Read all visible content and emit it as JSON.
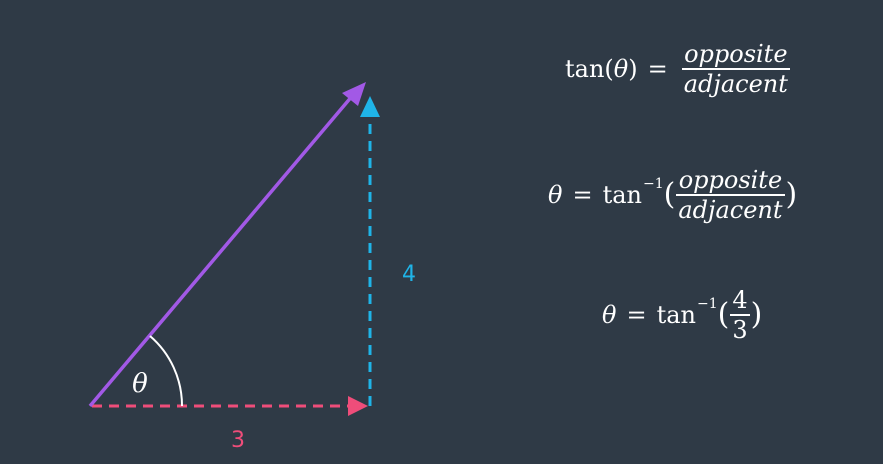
{
  "colors": {
    "background": "#2f3a46",
    "hypotenuse": "#a259e6",
    "adjacent": "#ef4d7a",
    "opposite": "#1fb4e8",
    "text": "#ffffff"
  },
  "diagram": {
    "angle_symbol": "θ",
    "adjacent_label": "3",
    "opposite_label": "4"
  },
  "formulas": {
    "f1": {
      "lhs_fn": "tan(",
      "lhs_var": "θ",
      "lhs_close": ")",
      "equals": "=",
      "numerator": "opposite",
      "denominator": "adjacent"
    },
    "f2": {
      "lhs": "θ",
      "equals": "=",
      "fn": "tan",
      "exponent": "−1",
      "open": "(",
      "numerator": "opposite",
      "denominator": "adjacent",
      "close": ")"
    },
    "f3": {
      "lhs": "θ",
      "equals": "=",
      "fn": "tan",
      "exponent": "−1",
      "open": "(",
      "numerator": "4",
      "denominator": "3",
      "close": ")"
    }
  }
}
